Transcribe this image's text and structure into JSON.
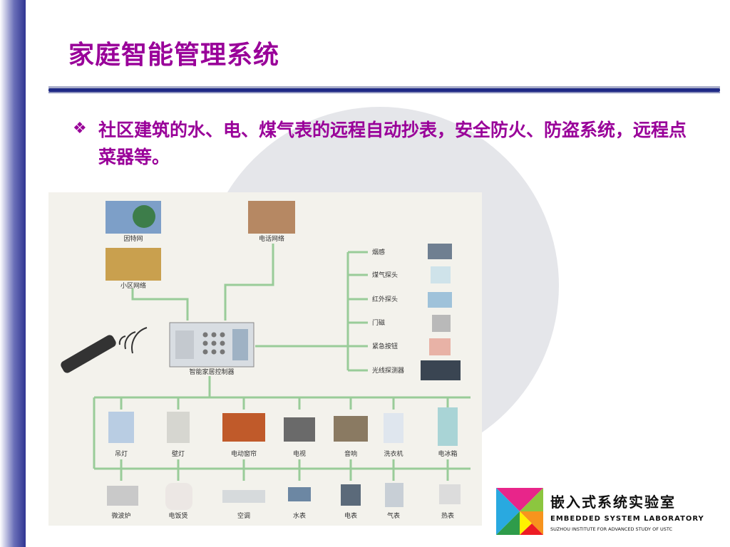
{
  "slide": {
    "title": "家庭智能管理系统",
    "bullet_icon": "diamond-four-bullet",
    "bullet_text": "社区建筑的水、电、煤气表的远程自动抄表，安全防火、防盗系统，远程点菜器等。"
  },
  "diagram": {
    "network": {
      "internet": "因特网",
      "telephone": "电话网络",
      "community": "小区网络",
      "controller": "智能家居控制器"
    },
    "sensors": [
      "烟感",
      "煤气探头",
      "红外探头",
      "门磁",
      "紧急按钮",
      "光线探测器"
    ],
    "appliances": [
      "吊灯",
      "壁灯",
      "电动窗帘",
      "电视",
      "音响",
      "洗衣机",
      "电冰箱"
    ],
    "meters": [
      "微波炉",
      "电饭煲",
      "空调",
      "水表",
      "电表",
      "气表",
      "热表"
    ]
  },
  "logo": {
    "name_cn": "嵌入式系统实验室",
    "name_en": "EMBEDDED SYSTEM LABORATORY",
    "institute": "SUZHOU INSTITUTE FOR ADVANCED STUDY OF USTC"
  },
  "colors": {
    "title": "#990099",
    "rule": "#1f2a86",
    "connector": "#99cc99"
  }
}
